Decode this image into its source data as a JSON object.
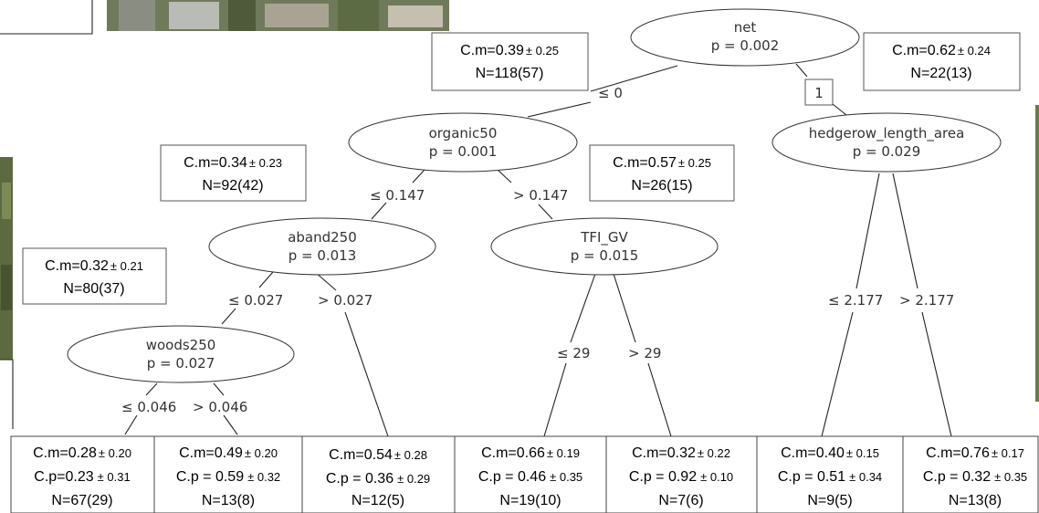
{
  "nodes": {
    "net": {
      "name": "net",
      "p": "p = 0.002",
      "id_label": "1"
    },
    "organic50": {
      "name": "organic50",
      "p": "p = 0.001"
    },
    "hedgerow": {
      "name": "hedgerow_length_area",
      "p": "p = 0.029"
    },
    "aband250": {
      "name": "aband250",
      "p": "p = 0.013"
    },
    "tfi_gv": {
      "name": "TFI_GV",
      "p": "p = 0.015"
    },
    "woods250": {
      "name": "woods250",
      "p": "p = 0.027"
    }
  },
  "edges": {
    "net_left": "≤ 0",
    "organic_left": "≤ 0.147",
    "organic_right": "> 0.147",
    "aband_left": "≤ 0.027",
    "aband_right": "> 0.027",
    "woods_left": "≤ 0.046",
    "woods_right": "> 0.046",
    "tfi_left": "≤ 29",
    "tfi_right": "> 29",
    "hedge_left": "≤ 2.177",
    "hedge_right": "> 2.177"
  },
  "info_boxes": {
    "net": {
      "cm": "C.m=0.39",
      "pm": "± 0.25",
      "n": "N=118(57)"
    },
    "hedgerow": {
      "cm": "C.m=0.62",
      "pm": "± 0.24",
      "n": "N=22(13)"
    },
    "organic50": {
      "cm": "C.m=0.34",
      "pm": "± 0.23",
      "n": "N=92(42)"
    },
    "tfi_gv": {
      "cm": "C.m=0.57",
      "pm": "± 0.25",
      "n": "N=26(15)"
    },
    "aband250": {
      "cm": "C.m=0.32",
      "pm": "± 0.21",
      "n": "N=80(37)"
    }
  },
  "leaves": [
    {
      "cm": "C.m=0.28",
      "cm_pm": "± 0.20",
      "cp": "C.p=0.23",
      "cp_pm": "± 0.31",
      "n": "N=67(29)"
    },
    {
      "cm": "C.m=0.49",
      "cm_pm": "± 0.20",
      "cp": "C.p = 0.59",
      "cp_pm": "± 0.32",
      "n": "N=13(8)"
    },
    {
      "cm": "C.m=0.54",
      "cm_pm": "± 0.28",
      "cp": "C.p = 0.36",
      "cp_pm": "± 0.29",
      "n": "N=12(5)"
    },
    {
      "cm": "C.m=0.66",
      "cm_pm": "± 0.19",
      "cp": "C.p = 0.46",
      "cp_pm": "± 0.35",
      "n": "N=19(10)"
    },
    {
      "cm": "C.m=0.32",
      "cm_pm": "± 0.22",
      "cp": "C.p = 0.92",
      "cp_pm": "± 0.10",
      "n": "N=7(6)"
    },
    {
      "cm": "C.m=0.40",
      "cm_pm": "± 0.15",
      "cp": "C.p = 0.51",
      "cp_pm": "± 0.34",
      "n": "N=9(5)"
    },
    {
      "cm": "C.m=0.76",
      "cm_pm": "± 0.17",
      "cp": "C.p = 0.32",
      "cp_pm": "± 0.35",
      "n": "N=13(8)"
    }
  ]
}
